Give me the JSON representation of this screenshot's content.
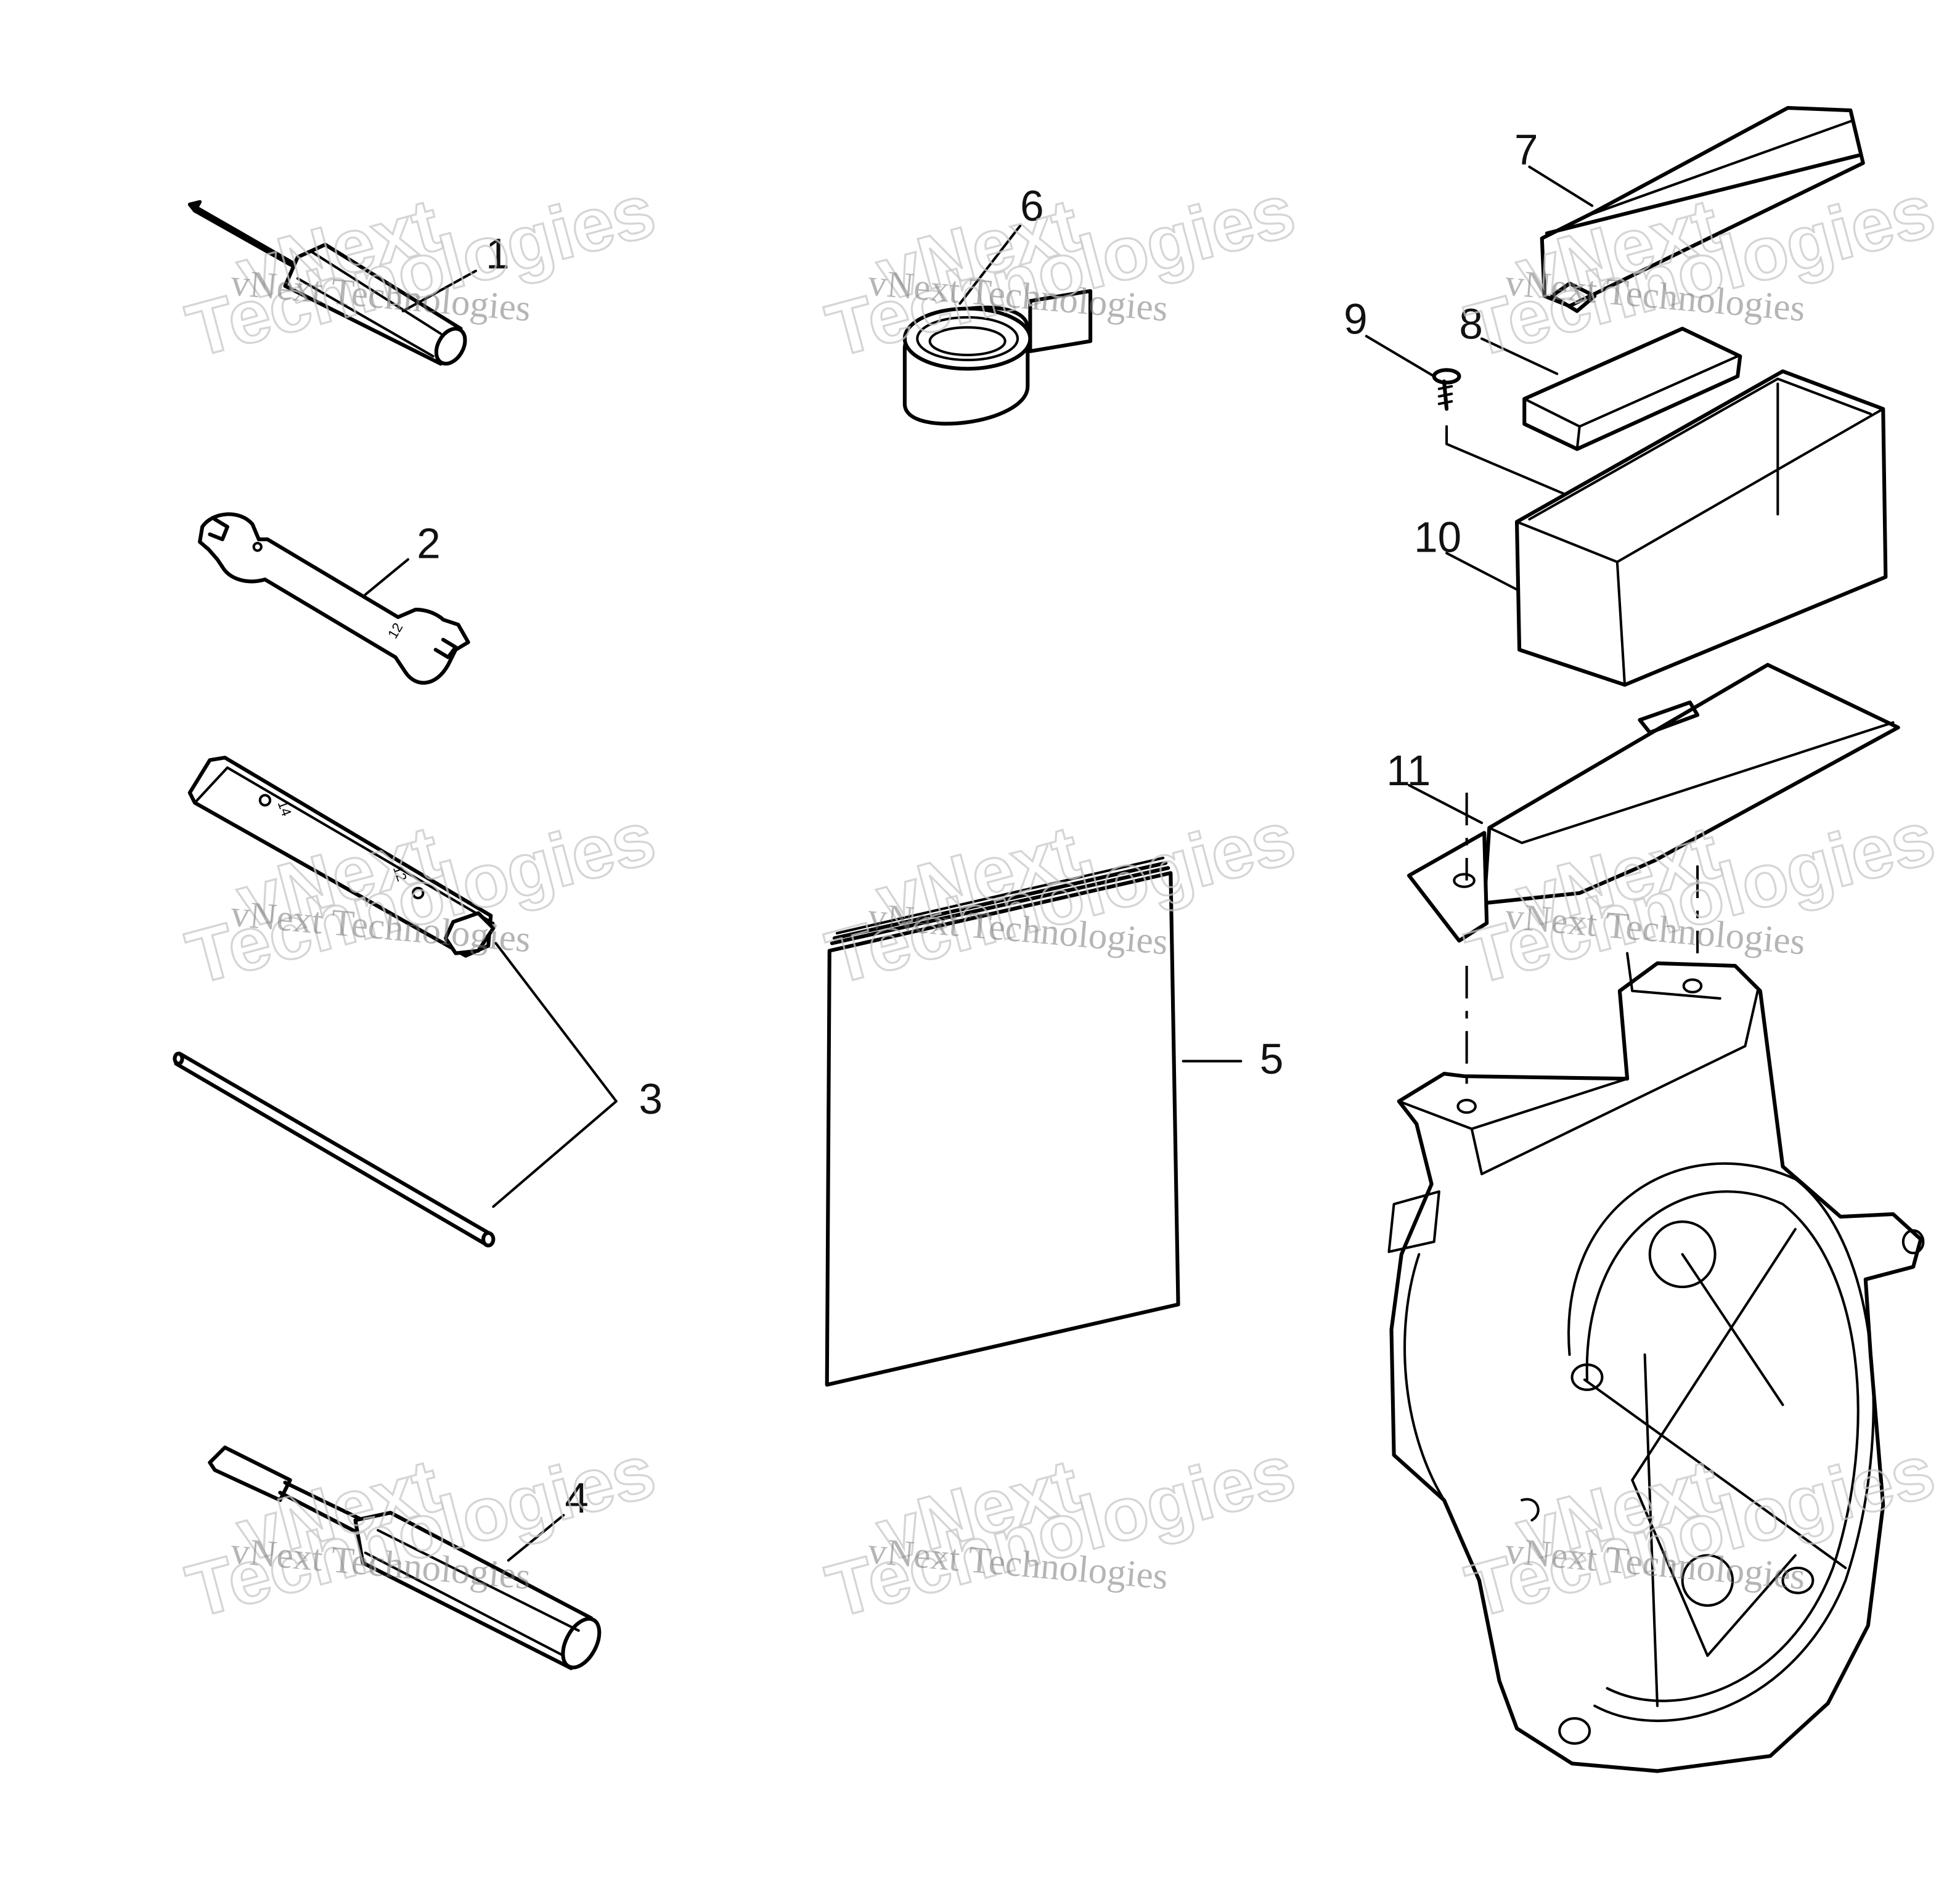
{
  "callouts": [
    {
      "label": "1"
    },
    {
      "label": "2"
    },
    {
      "label": "3"
    },
    {
      "label": "4"
    },
    {
      "label": "5"
    },
    {
      "label": "6"
    },
    {
      "label": "7"
    },
    {
      "label": "8"
    },
    {
      "label": "9"
    },
    {
      "label": "10"
    },
    {
      "label": "11"
    }
  ],
  "watermark": {
    "line_small": "vNext Technologies",
    "line_big_1": "vNext",
    "line_big_2": "Technologies"
  }
}
